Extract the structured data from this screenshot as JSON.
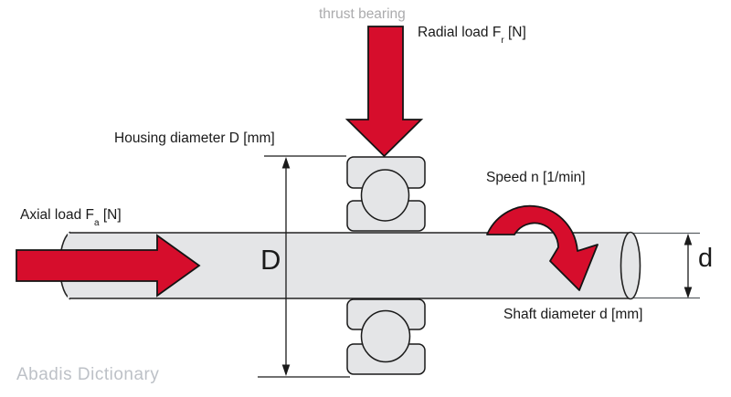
{
  "diagram": {
    "title_hint": "thrust bearing load diagram",
    "labels": {
      "thrust_bearing": "thrust bearing",
      "radial_load": {
        "pre": "Radial load F",
        "sub": "r",
        "post": " [N]"
      },
      "axial_load": {
        "pre": "Axial load F",
        "sub": "a",
        "post": " [N]"
      },
      "housing_diameter": "Housing diameter D [mm]",
      "shaft_diameter": "Shaft diameter d [mm]",
      "speed": "Speed n [1/min]",
      "dim_D": "D",
      "dim_d": "d"
    },
    "watermark": "Abadis Dictionary",
    "colors": {
      "arrow_red": "#d60d2c",
      "part_fill": "#e4e5e7",
      "outline": "#1a1a1a",
      "dimension_line": "#1a1a1a",
      "extension_line": "#5a5f63",
      "muted_text": "#ababad",
      "watermark_text": "#bdc1c7"
    },
    "icons": [
      "radial-load-arrow-icon",
      "axial-load-arrow-icon",
      "rotation-arrow-icon",
      "dimension-arrowheads"
    ]
  }
}
